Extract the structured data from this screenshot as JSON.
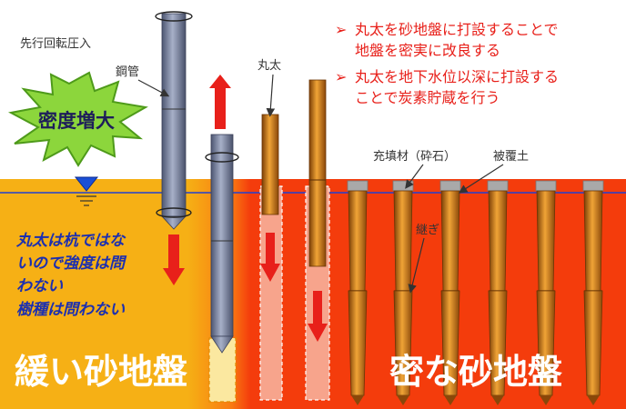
{
  "labels": {
    "pre_rotation": "先行回転圧入",
    "steel_pipe": "鋼管",
    "log": "丸太",
    "density_increase": "密度増大",
    "filler": "充填材（砕石）",
    "cover_soil": "被覆土",
    "joint": "継ぎ"
  },
  "bullets": [
    {
      "marker": "➢",
      "lines": [
        "丸太を砂地盤に打設することで",
        "地盤を密実に改良する"
      ]
    },
    {
      "marker": "➢",
      "lines": [
        "丸太を地下水位以深に打設する",
        "ことで炭素貯蔵を行う"
      ]
    }
  ],
  "notes": [
    "丸太は杭ではな",
    "いので強度は問",
    "わない",
    "樹種は問わない"
  ],
  "ground": {
    "loose": "緩い砂地盤",
    "dense": "密な砂地盤"
  },
  "colors": {
    "loose_sand": "#f6b015",
    "dense_sand": "#f43c0c",
    "steel": "#7f89a6",
    "log": "#c76d12",
    "arrow_red": "#e8201a",
    "text_red": "#e8201a",
    "text_blue": "#1c2fb0",
    "water_line": "#2040d0"
  }
}
